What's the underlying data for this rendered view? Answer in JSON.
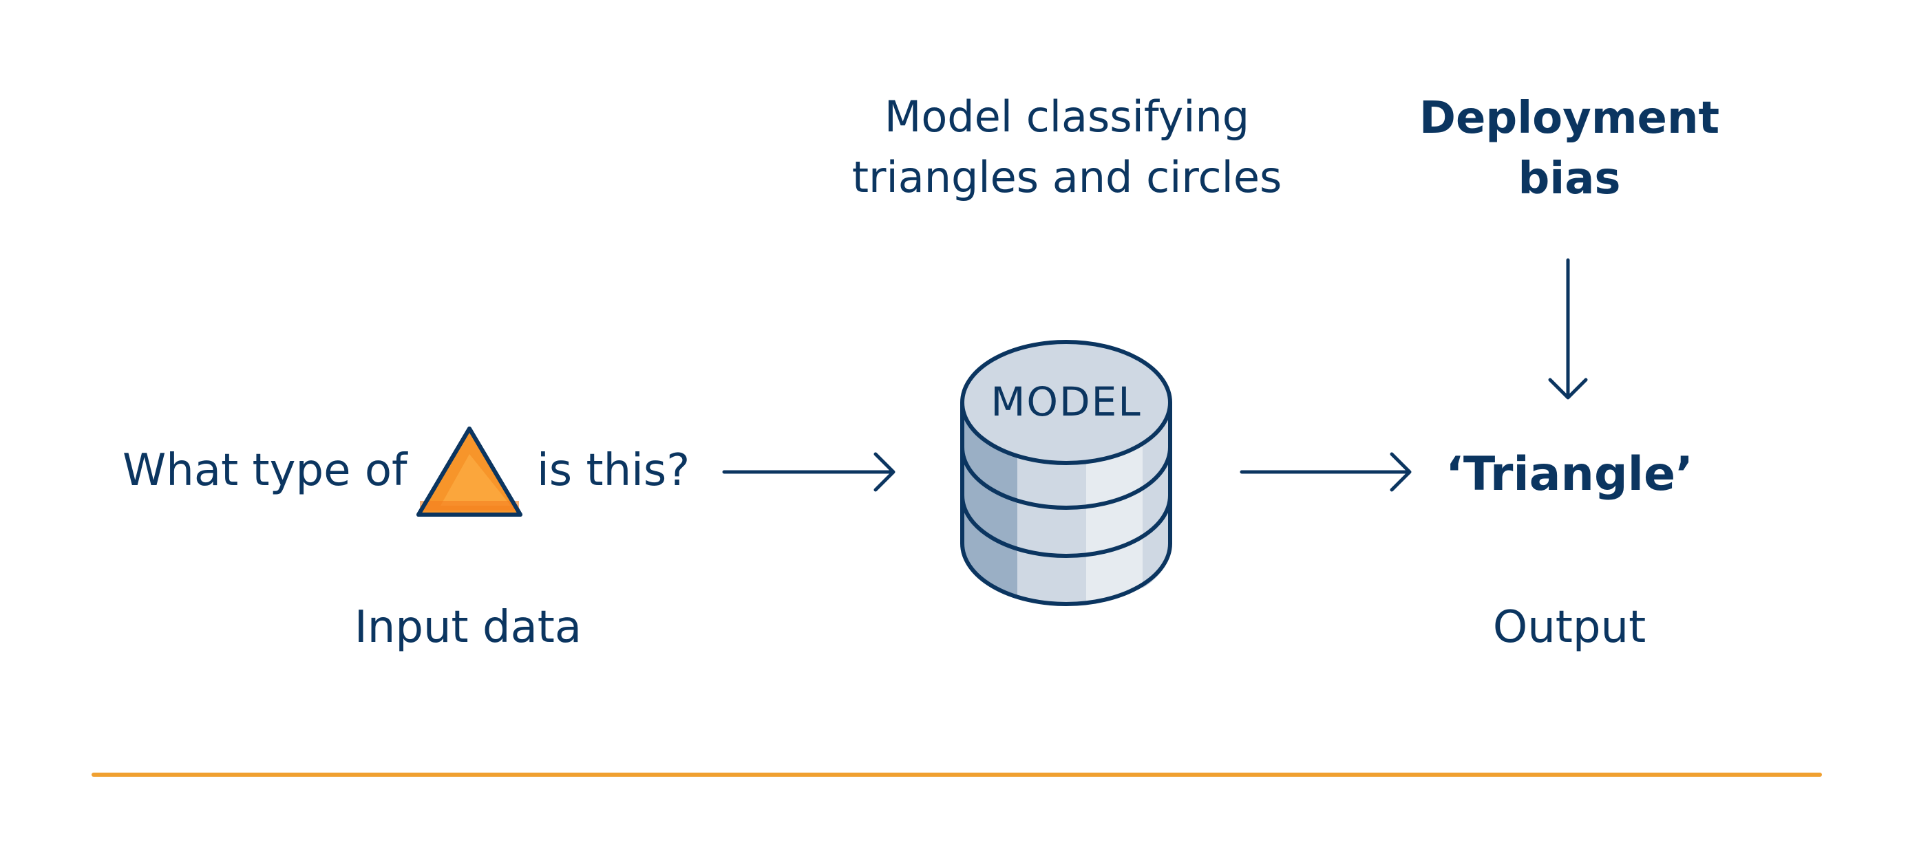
{
  "labels": {
    "model_caption": "Model classifying triangles and circles",
    "deployment_title": "Deployment bias",
    "question_prefix": "What type of",
    "question_suffix": "is this?",
    "input_label": "Input data",
    "output_value": "‘Triangle’",
    "output_label": "Output",
    "model_word": "MODEL"
  },
  "icons": {
    "input_shape": "triangle-icon",
    "model": "database-cylinder-icon",
    "arrow": "arrow-right-icon",
    "arrow_down": "arrow-down-icon"
  },
  "colors": {
    "text": "#0b3560",
    "triangle_fill": "#f7952a",
    "triangle_light": "#fba63c",
    "divider": "#f0a030"
  }
}
